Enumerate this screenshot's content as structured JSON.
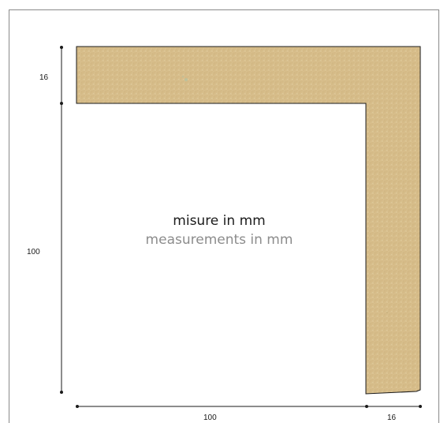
{
  "dimensions": {
    "top_thickness": "16",
    "left_height": "100",
    "bottom_width": "100",
    "bottom_thickness": "16"
  },
  "note": {
    "primary": "misure in mm",
    "secondary": "measurements in mm"
  },
  "colors": {
    "profile_fill": "#d7bd8c",
    "profile_stroke": "#1a1a1a",
    "dimension_line": "#1a1a1a",
    "note_primary": "#1a1a1a",
    "note_secondary": "#8c8c8c",
    "frame_border": "#8a8a8a"
  }
}
